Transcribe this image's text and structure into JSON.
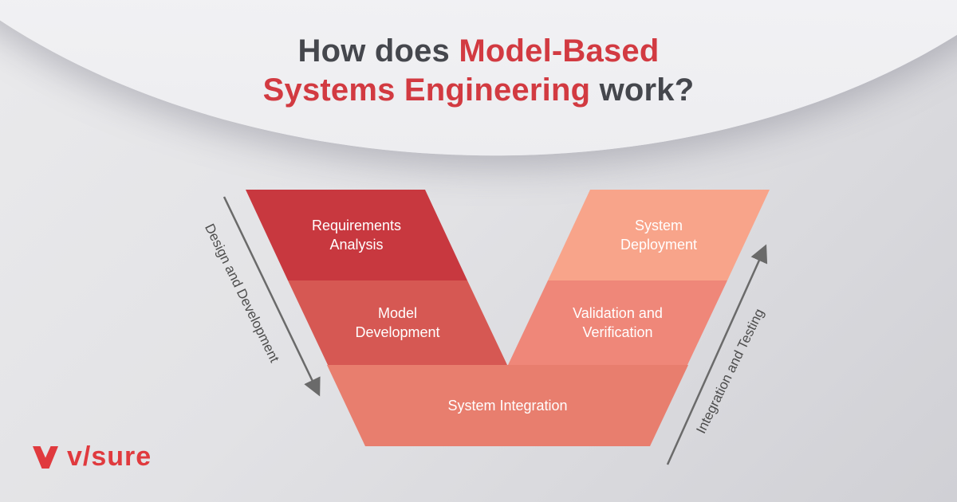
{
  "title": {
    "line1_dark": "How does",
    "line1_red": "Model-Based",
    "line2_red": "Systems Engineering",
    "line2_dark": "work?"
  },
  "vmodel": {
    "segments": [
      {
        "label": "Requirements Analysis",
        "color": "#c8383f"
      },
      {
        "label": "Model Development",
        "color": "#d65853"
      },
      {
        "label": "System Integration",
        "color": "#e87e6e"
      },
      {
        "label": "Validation and Verification",
        "color": "#ef8779"
      },
      {
        "label": "System Deployment",
        "color": "#f8a48a"
      }
    ],
    "left_arrow_label": "Design and Development",
    "right_arrow_label": "Integration and Testing"
  },
  "logo": {
    "wordmark": "v/sure"
  },
  "colors": {
    "background": "#e7e7ea",
    "ellipse": "#f3f3f5",
    "title_dark": "#45474d",
    "title_red": "#d23a41",
    "arrow_gray": "#6a6a6a",
    "axis_label_gray": "#4d4d4d",
    "logo_red": "#e03a3e"
  }
}
